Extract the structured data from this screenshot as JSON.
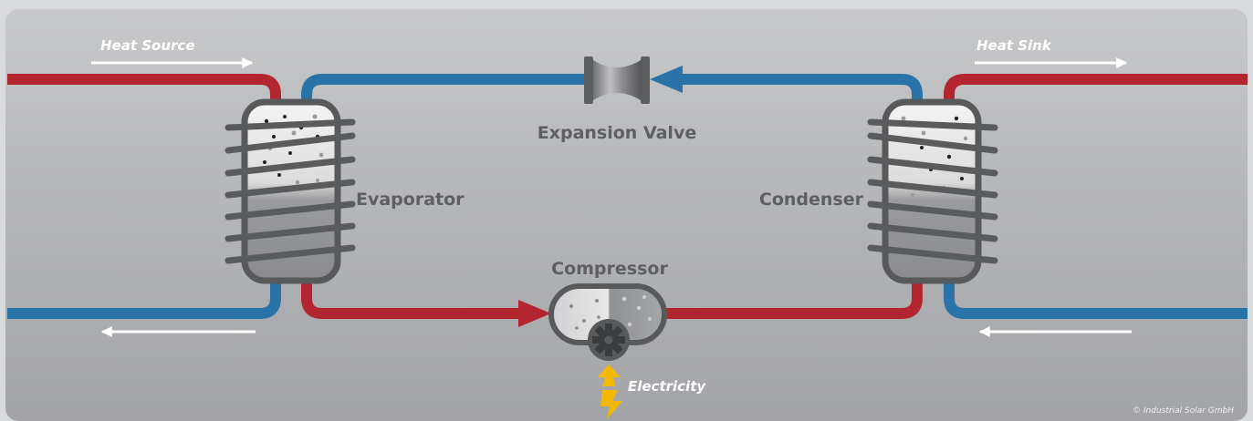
{
  "labels": {
    "heat_source": "Heat Source",
    "heat_sink": "Heat Sink",
    "expansion_valve": "Expansion Valve",
    "evaporator": "Evaporator",
    "condenser": "Condenser",
    "compressor": "Compressor",
    "electricity": "Electricity",
    "copyright": "© Industrial Solar GmbH"
  },
  "colors": {
    "hot_line": "#b3262f",
    "cold_line": "#2a73a8",
    "label_text": "#5e5f61",
    "bolt": "#f5b800",
    "panel_top": "#c3c4c6",
    "panel_bottom": "#9c9da0"
  },
  "icons": {
    "expansion_valve": "valve-icon",
    "compressor_gear": "gear-icon",
    "electricity": "lightning-bolt-icon"
  }
}
